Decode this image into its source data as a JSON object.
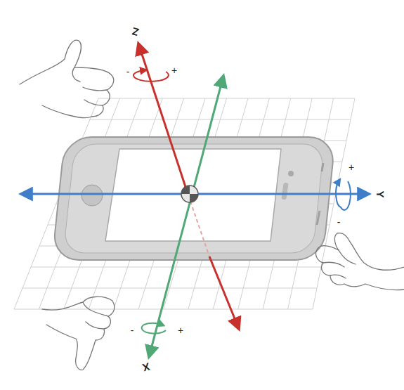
{
  "diagram": {
    "labels": [
      "Z",
      "-",
      "+",
      "Y",
      "+",
      "-",
      "X",
      "-",
      "+"
    ]
  }
}
